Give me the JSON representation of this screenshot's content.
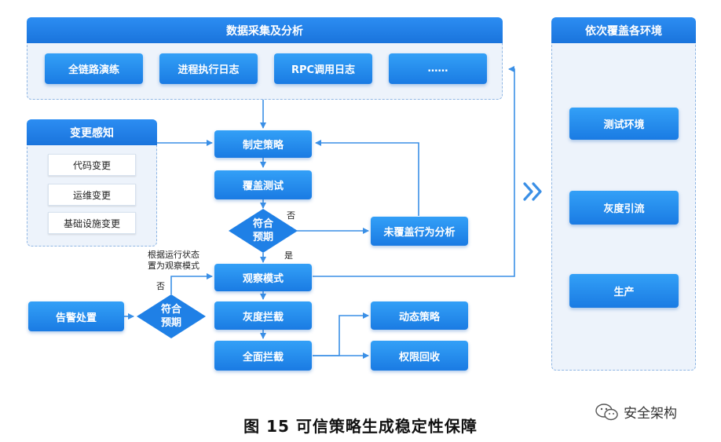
{
  "collect": {
    "title": "数据采集及分析",
    "items": [
      "全链路演练",
      "进程执行日志",
      "RPC调用日志",
      "……"
    ]
  },
  "change": {
    "title": "变更感知",
    "items": [
      "代码变更",
      "运维变更",
      "基础设施变更"
    ]
  },
  "flow": {
    "make_strategy": "制定策略",
    "coverage_test": "覆盖测试",
    "decision1": [
      "符合",
      "预期"
    ],
    "no_label": "否",
    "yes_label": "是",
    "uncovered": "未覆盖行为分析",
    "observe_note": [
      "根据运行状态",
      "置为观察模式"
    ],
    "observe": "观察模式",
    "no_label2": "否",
    "alert": "告警处置",
    "decision2": [
      "符合",
      "预期"
    ],
    "gray_block": "灰度拦截",
    "full_block": "全面拦截",
    "dynamic": "动态策略",
    "reclaim": "权限回收"
  },
  "env": {
    "title": "依次覆盖各环境",
    "items": [
      "测试环境",
      "灰度引流",
      "生产"
    ]
  },
  "caption": "图 15 可信策略生成稳定性保障",
  "watermark": "安全架构",
  "colors": {
    "primary": "#1a7be3",
    "header": "#2c8df2",
    "arrow": "#3a8fe6",
    "panel": "#edf3fb"
  }
}
